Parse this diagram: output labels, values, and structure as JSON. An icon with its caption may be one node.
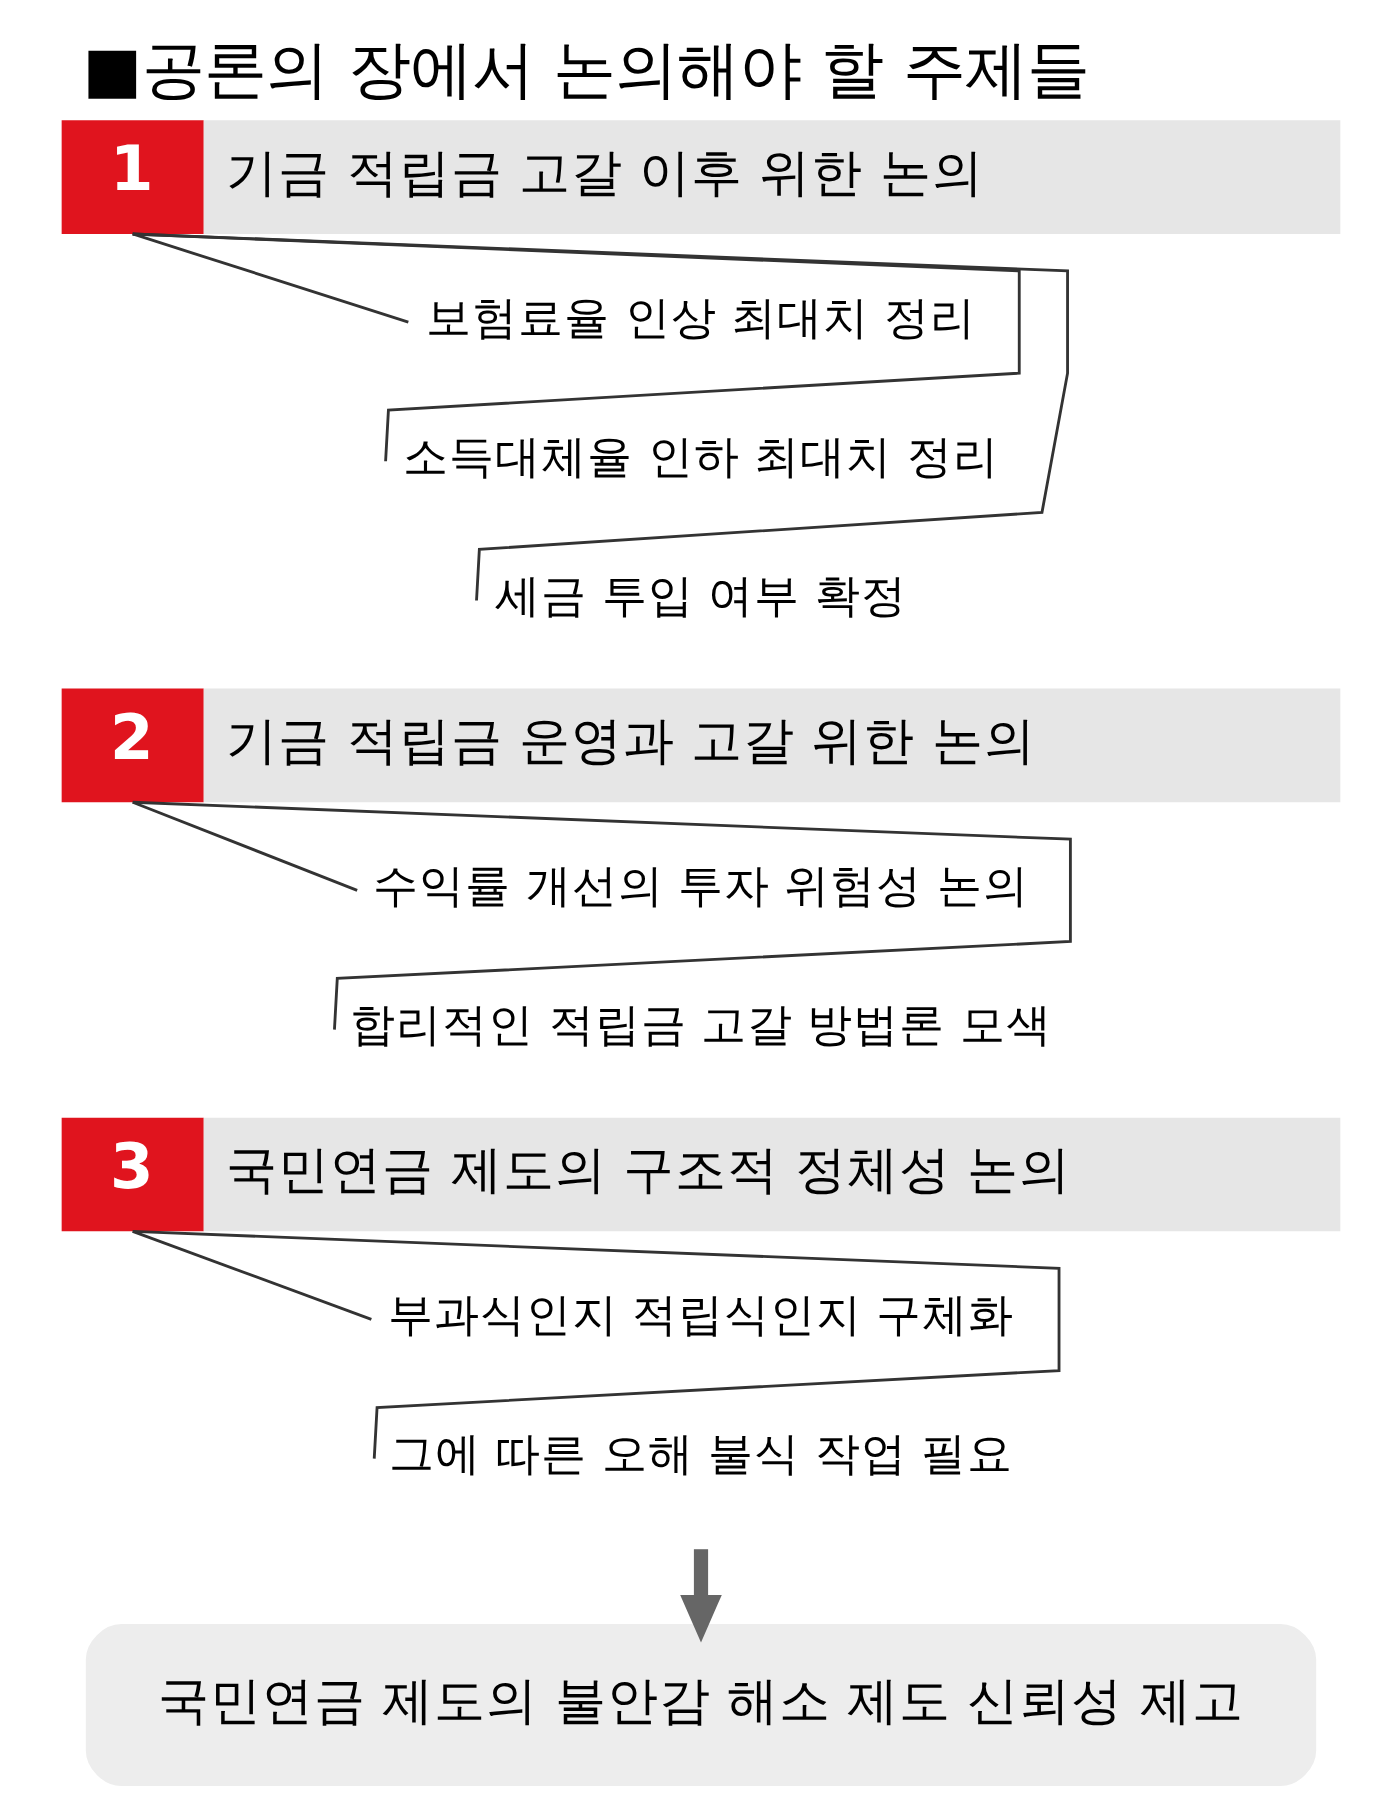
{
  "diagram": {
    "title": "■공론의 장에서 논의해야 할 주제들",
    "nodes": [
      {
        "text": [
          "1",
          "기금 적립금 고갈 이후 위한 논의"
        ]
      },
      {
        "text": [
          "보험료율 인상 최대치 정리"
        ]
      },
      {
        "text": [
          "소득대체율 인하 최대치 정리"
        ]
      },
      {
        "text": [
          "세금 투입 여부 확정"
        ]
      },
      {
        "text": [
          "2",
          "기금 적립금 운영과 고갈 위한 논의"
        ]
      },
      {
        "text": [
          "수익률 개선의 투자 위험성 논의"
        ]
      },
      {
        "text": [
          "합리적인 적립금 고갈 방법론 모색"
        ]
      },
      {
        "text": [
          "3",
          "국민연금 제도의 구조적 정체성 논의"
        ]
      },
      {
        "text": [
          "부과식인지 적립식인지 구체화"
        ]
      },
      {
        "text": [
          "그에 따른 오해 불식 작업 필요"
        ]
      },
      {
        "text": [
          "국민연금 제도의 불안감 해소 제도 신뢰성 제고"
        ]
      }
    ],
    "edges": [
      {
        "from": 0,
        "to": 1,
        "arrow": "none"
      },
      {
        "from": 0,
        "to": 2,
        "arrow": "none"
      },
      {
        "from": 0,
        "to": 3,
        "arrow": "none"
      },
      {
        "from": 4,
        "to": 5,
        "arrow": "none"
      },
      {
        "from": 4,
        "to": 6,
        "arrow": "none"
      },
      {
        "from": 7,
        "to": 8,
        "arrow": "none"
      },
      {
        "from": 7,
        "to": 9,
        "arrow": "none"
      },
      {
        "from": null,
        "to": 10,
        "arrow": "to",
        "style": "thick",
        "color": "#666666"
      }
    ]
  }
}
